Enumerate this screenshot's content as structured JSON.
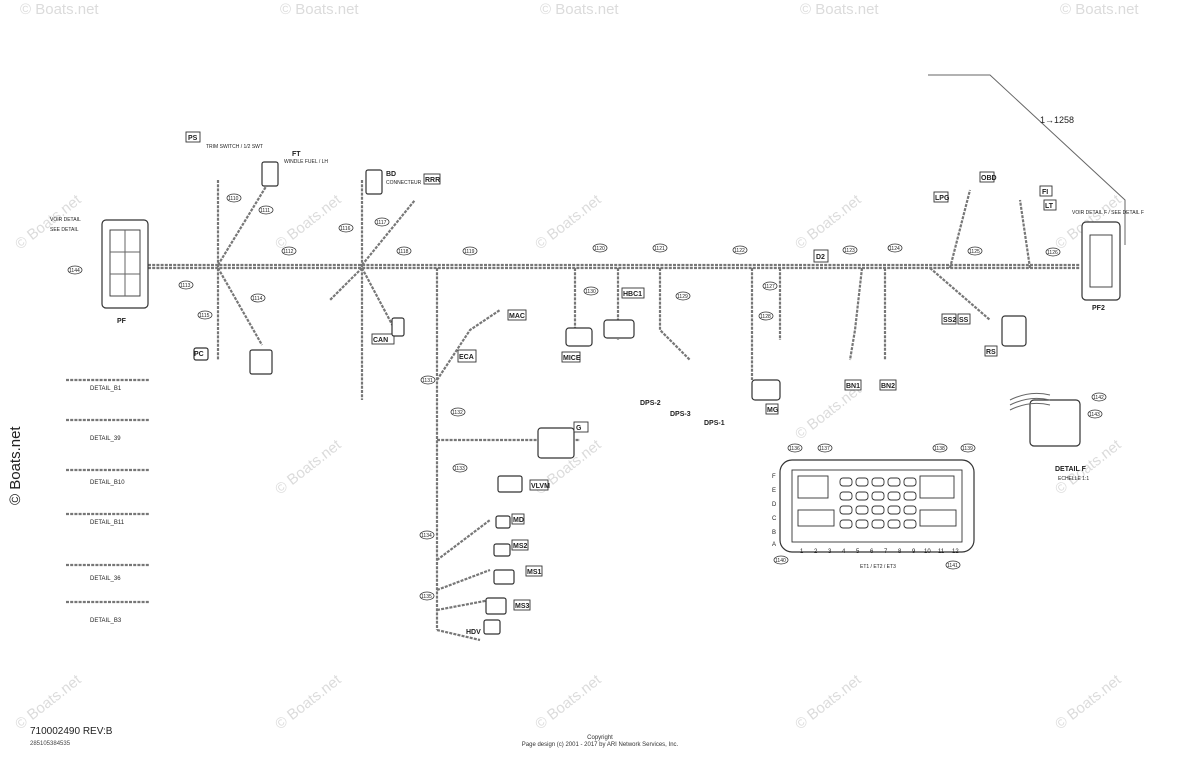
{
  "document": {
    "number": "710002490 REV:B",
    "sub_number": "285105384535"
  },
  "copyright": {
    "line1": "Copyright",
    "line2": "Page design (c) 2001 - 2017 by ARI Network Services, Inc."
  },
  "watermark": {
    "text": "© Boats.net",
    "side_text": "© Boats.net"
  },
  "callouts": {
    "reference": "1→1258",
    "detail_f_top": "VOIR DETAIL F / SEE DETAIL F",
    "detail_f": "DETAIL F",
    "detail_f_scale": "ECHELLE 1:1"
  },
  "connectors": [
    {
      "id": "PS",
      "text": "PS"
    },
    {
      "id": "FT",
      "text": "FT"
    },
    {
      "id": "BD",
      "text": "BD"
    },
    {
      "id": "RRR",
      "text": "RRR"
    },
    {
      "id": "OBD",
      "text": "OBD"
    },
    {
      "id": "LPG",
      "text": "LPG"
    },
    {
      "id": "FI",
      "text": "FI"
    },
    {
      "id": "PF",
      "text": "PF"
    },
    {
      "id": "MAC",
      "text": "MAC"
    },
    {
      "id": "HBC1",
      "text": "HBC1"
    },
    {
      "id": "CAN",
      "text": "CAN"
    },
    {
      "id": "ECA",
      "text": "ECA"
    },
    {
      "id": "MICE",
      "text": "MICE"
    },
    {
      "id": "SS",
      "text": "SS"
    },
    {
      "id": "SS2",
      "text": "SS2"
    },
    {
      "id": "RS",
      "text": "RS"
    },
    {
      "id": "D2",
      "text": "D2"
    },
    {
      "id": "BN1",
      "text": "BN1"
    },
    {
      "id": "BN2",
      "text": "BN2"
    },
    {
      "id": "MG",
      "text": "MG"
    },
    {
      "id": "DPS-1",
      "text": "DPS-1"
    },
    {
      "id": "DPS-2",
      "text": "DPS-2"
    },
    {
      "id": "DPS-3",
      "text": "DPS-3"
    },
    {
      "id": "VLVM",
      "text": "VLVM"
    },
    {
      "id": "MD",
      "text": "MD"
    },
    {
      "id": "MS1",
      "text": "MS1"
    },
    {
      "id": "MS2",
      "text": "MS2"
    },
    {
      "id": "MS3",
      "text": "MS3"
    },
    {
      "id": "HDV",
      "text": "HDV"
    },
    {
      "id": "PF2",
      "text": "PF2"
    },
    {
      "id": "LT",
      "text": "LT"
    }
  ],
  "details": [
    {
      "label": "DETAIL_B1"
    },
    {
      "label": "DETAIL_39"
    },
    {
      "label": "DETAIL_B10"
    },
    {
      "label": "DETAIL_B11"
    },
    {
      "label": "DETAIL_36"
    },
    {
      "label": "DETAIL_B3"
    }
  ],
  "fuse_box": {
    "rows": [
      "F",
      "E",
      "D",
      "C",
      "B",
      "A"
    ],
    "columns": [
      "1",
      "2",
      "3",
      "4",
      "5",
      "6",
      "7",
      "8",
      "9",
      "10",
      "11",
      "12"
    ],
    "note": "ET1 / ET2 / ET3"
  },
  "part_numbers": [
    "1110",
    "1111",
    "1112",
    "1113",
    "1114",
    "1115",
    "1116",
    "1117",
    "1118",
    "1119",
    "1120",
    "1121",
    "1122",
    "1123",
    "1124",
    "1125",
    "1126",
    "1127",
    "1128",
    "1129",
    "1130",
    "1131",
    "1132",
    "1133",
    "1134",
    "1135",
    "1136",
    "1137",
    "1138",
    "1139",
    "1140",
    "1141",
    "1142",
    "1143",
    "1144"
  ]
}
